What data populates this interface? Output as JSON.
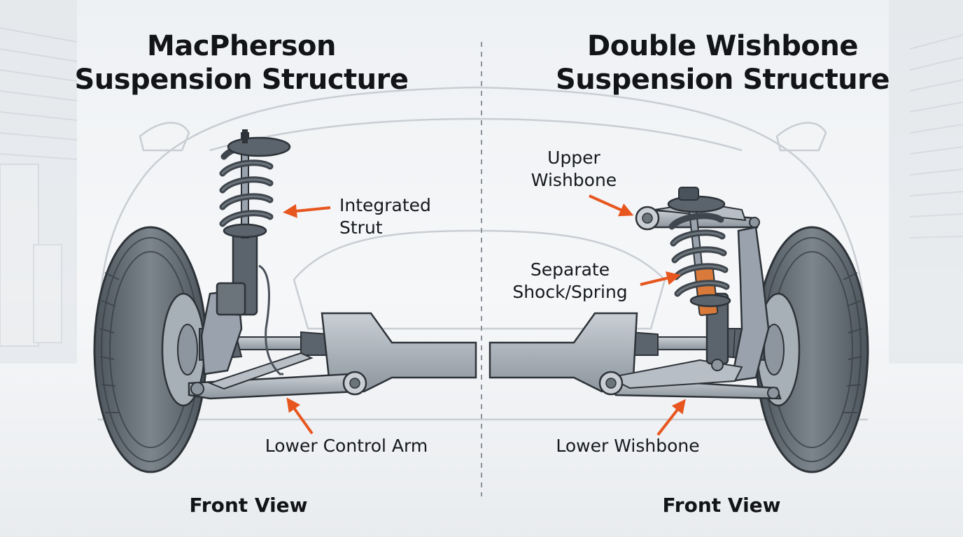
{
  "left_panel": {
    "title_line1": "MacPherson",
    "title_line2": "Suspension Structure",
    "callout_strut_line1": "Integrated",
    "callout_strut_line2": "Strut",
    "callout_arm": "Lower Control Arm",
    "footer": "Front View"
  },
  "right_panel": {
    "title_line1": "Double Wishbone",
    "title_line2": "Suspension Structure",
    "callout_upper_line1": "Upper",
    "callout_upper_line2": "Wishbone",
    "callout_shock_line1": "Separate",
    "callout_shock_line2": "Shock/Spring",
    "callout_lower": "Lower Wishbone",
    "footer": "Front View"
  },
  "colors": {
    "accent_arrow": "#e8561f",
    "metal": "#9aa3ad",
    "spring": "#4a525b",
    "tire": "#5b636c",
    "outline": "#2d3338",
    "bushing": "#d97a3a"
  }
}
